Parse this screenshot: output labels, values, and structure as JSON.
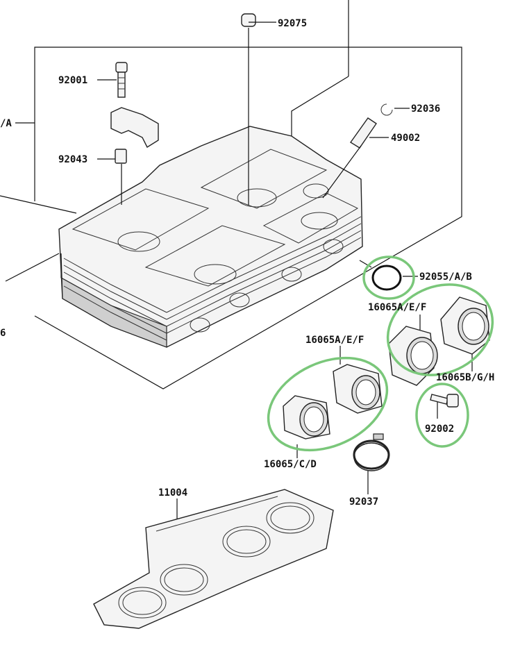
{
  "labels": {
    "p92075": "92075",
    "p92001": "92001",
    "p92036": "92036",
    "p49002": "49002",
    "p92043": "92043",
    "pA": "/A",
    "p6": "6",
    "p92055": "92055/A/B",
    "p16065aef_top": "16065A/E/F",
    "p16065aef_mid": "16065A/E/F",
    "p16065bgh": "16065B/G/H",
    "p92002": "92002",
    "p16065cd": "16065/C/D",
    "p92037": "92037",
    "p11004": "11004"
  },
  "colors": {
    "highlight": "#7ac77a",
    "line": "#111111",
    "part_fill": "#f4f4f4"
  }
}
